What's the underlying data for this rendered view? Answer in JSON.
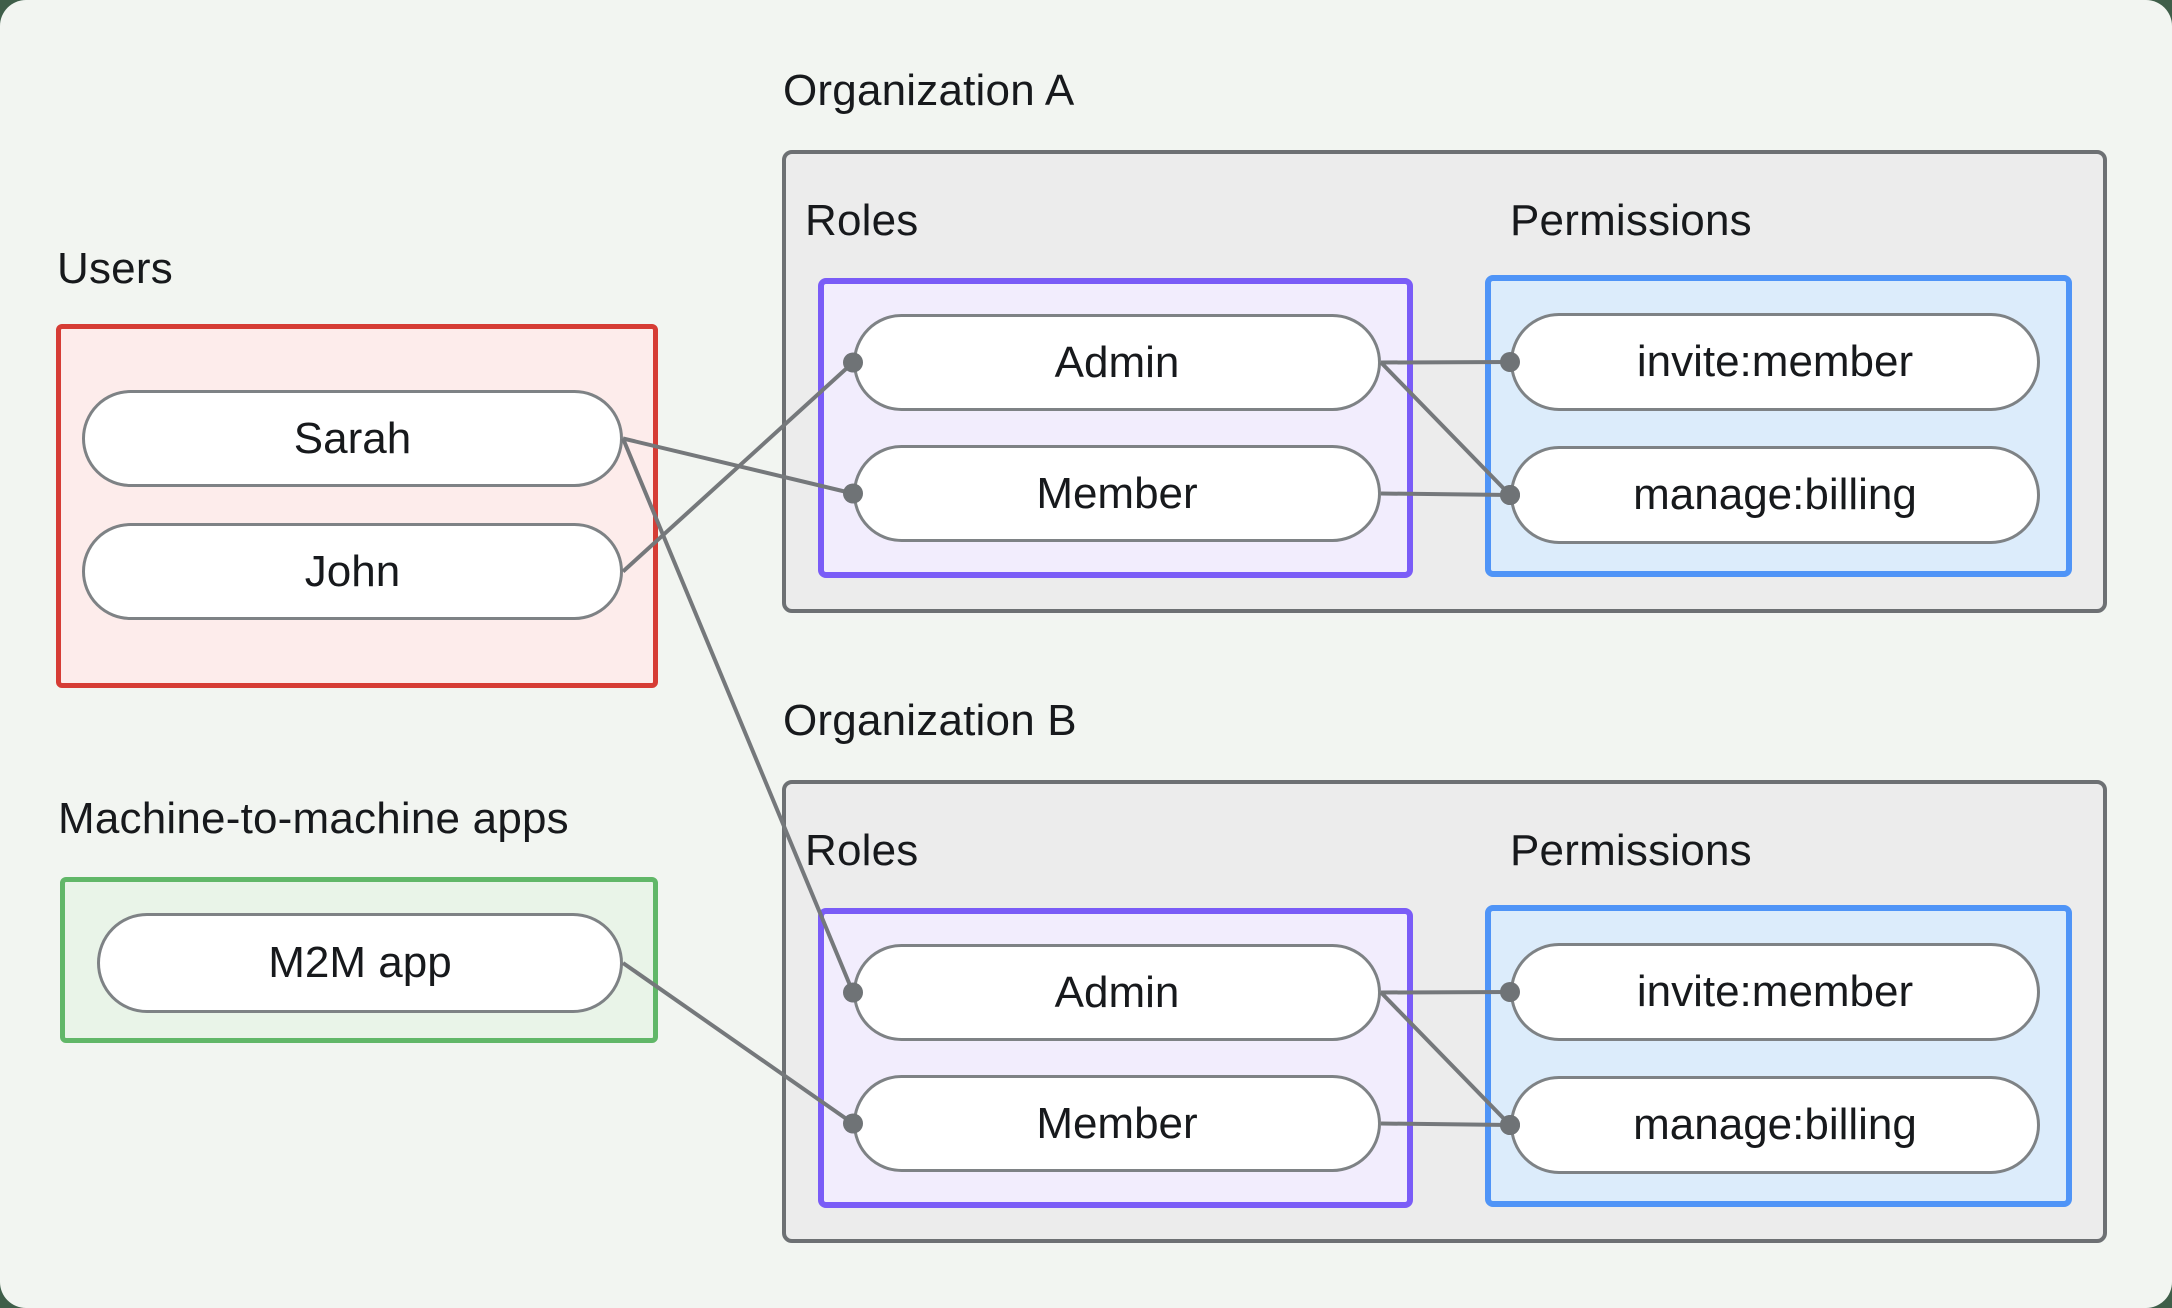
{
  "users_section": {
    "label": "Users",
    "items": [
      {
        "id": "sarah",
        "label": "Sarah"
      },
      {
        "id": "john",
        "label": "John"
      }
    ]
  },
  "m2m_section": {
    "label": "Machine-to-machine apps",
    "items": [
      {
        "id": "m2m",
        "label": "M2M app"
      }
    ]
  },
  "organizations": [
    {
      "id": "orgA",
      "title": "Organization A",
      "roles_label": "Roles",
      "permissions_label": "Permissions",
      "roles": [
        {
          "id": "admin",
          "label": "Admin"
        },
        {
          "id": "member",
          "label": "Member"
        }
      ],
      "permissions": [
        {
          "id": "invite",
          "label": "invite:member"
        },
        {
          "id": "manage",
          "label": "manage:billing"
        }
      ]
    },
    {
      "id": "orgB",
      "title": "Organization B",
      "roles_label": "Roles",
      "permissions_label": "Permissions",
      "roles": [
        {
          "id": "admin",
          "label": "Admin"
        },
        {
          "id": "member",
          "label": "Member"
        }
      ],
      "permissions": [
        {
          "id": "invite",
          "label": "invite:member"
        },
        {
          "id": "manage",
          "label": "manage:billing"
        }
      ]
    }
  ],
  "edges": [
    {
      "from": "john",
      "to": "orgA.admin"
    },
    {
      "from": "sarah",
      "to": "orgA.member"
    },
    {
      "from": "sarah",
      "to": "orgB.admin"
    },
    {
      "from": "m2m",
      "to": "orgB.member"
    },
    {
      "from": "orgA.admin",
      "to": "orgA.invite"
    },
    {
      "from": "orgA.admin",
      "to": "orgA.manage"
    },
    {
      "from": "orgA.member",
      "to": "orgA.manage"
    },
    {
      "from": "orgB.admin",
      "to": "orgB.invite"
    },
    {
      "from": "orgB.admin",
      "to": "orgB.manage"
    },
    {
      "from": "orgB.member",
      "to": "orgB.manage"
    }
  ],
  "colors": {
    "outside_background": "#3f5e49",
    "canvas_background": "#f2f5f1",
    "text": "#17191c",
    "users_border": "#d63c35",
    "users_fill": "#fdeceb",
    "m2m_border": "#61b768",
    "m2m_fill": "#e9f4e8",
    "org_border": "#6d7073",
    "org_fill": "#ececec",
    "roles_border": "#7a5cf7",
    "roles_fill": "#f2edfd",
    "permissions_border": "#4f94f7",
    "permissions_fill": "#dcecfb",
    "pill_border": "#7e8285",
    "wire": "#75787b",
    "dot": "#6f7376"
  }
}
